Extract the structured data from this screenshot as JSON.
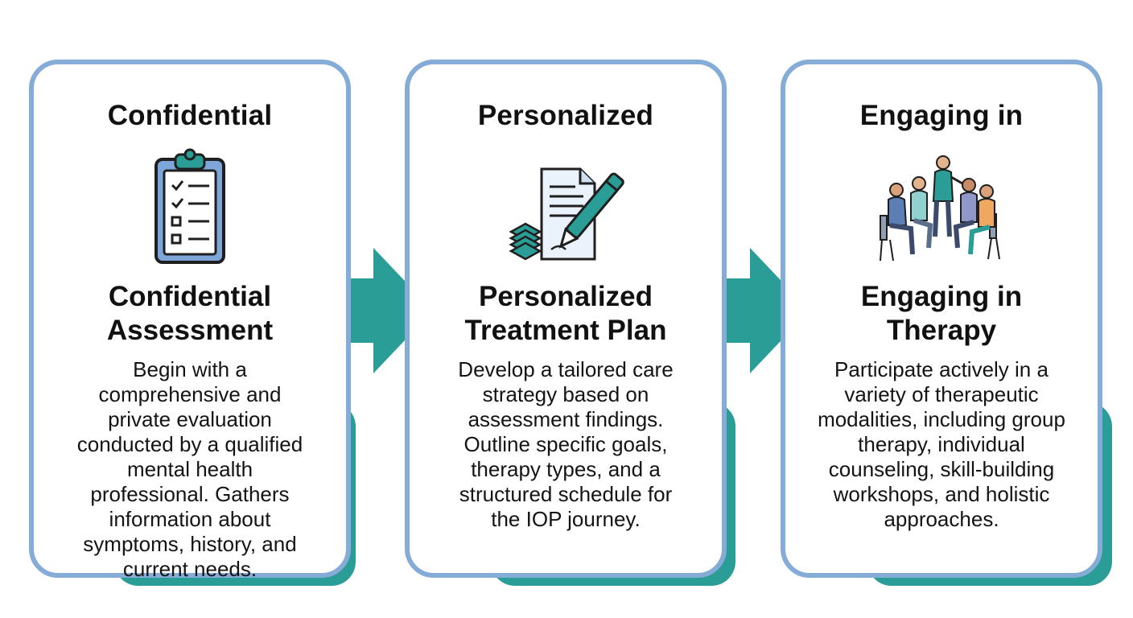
{
  "steps": [
    {
      "top_title": "Confidential",
      "title_line1": "Confidential",
      "title_line2": "Assessment",
      "body": "Begin with a comprehensive and private evaluation conducted by a qualified mental health professional. Gathers information about symptoms, history, and current needs.",
      "icon": "clipboard-checklist-icon"
    },
    {
      "top_title": "Personalized",
      "title_line1": "Personalized",
      "title_line2": "Treatment Plan",
      "body": "Develop a tailored care strategy based on assessment findings. Outline specific goals, therapy types, and a structured schedule for the IOP journey.",
      "icon": "document-pen-icon"
    },
    {
      "top_title": "Engaging in",
      "title_line1": "Engaging in",
      "title_line2": "Therapy",
      "body": "Participate actively in a variety of therapeutic modalities, including group therapy, individual counseling, skill-building workshops, and holistic approaches.",
      "icon": "group-therapy-icon"
    }
  ],
  "colors": {
    "card_border": "#85acd6",
    "accent_teal": "#2a9d96",
    "text": "#111111"
  }
}
